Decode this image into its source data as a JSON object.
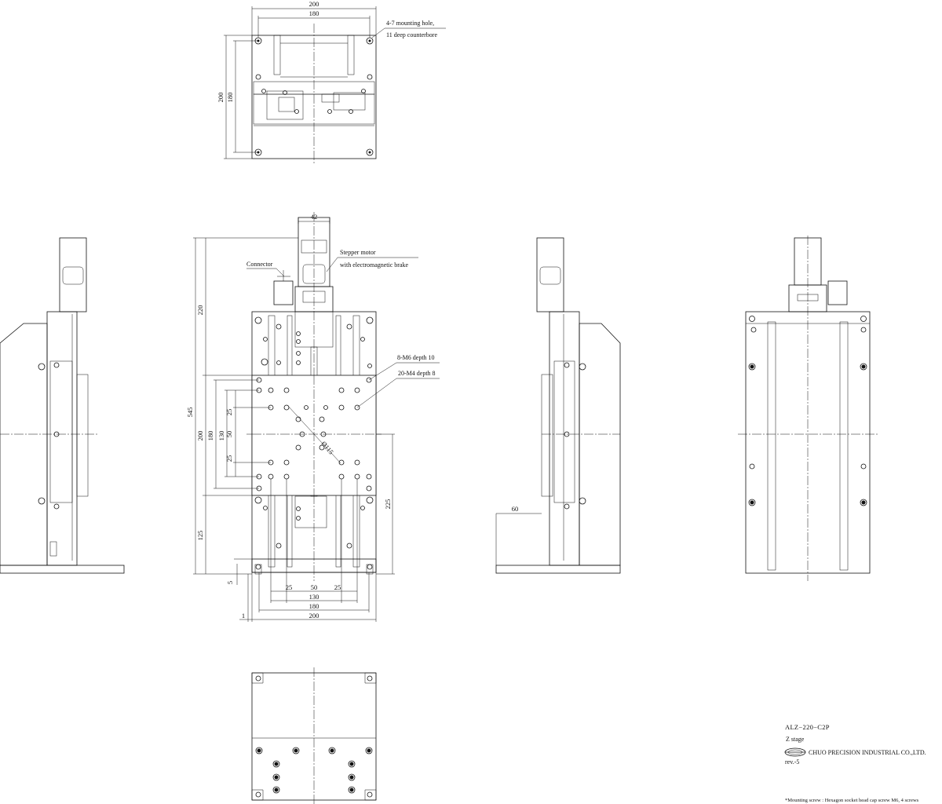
{
  "top_view": {
    "dim_outer_width": "200",
    "dim_inner_width": "180",
    "dim_outer_height": "200",
    "dim_inner_height": "180",
    "mounting_hole_line1": "4-7 mounting hole,",
    "mounting_hole_line2": "11 deep counterbore"
  },
  "front_view": {
    "motor_width": "42",
    "total_height": "545",
    "motor_section_height": "220",
    "table_height": "200",
    "hole_span_180": "180",
    "hole_span_130": "130",
    "hole_25_a": "25",
    "hole_50": "50",
    "hole_25_b": "25",
    "lower_height": "125",
    "base_offset": "5",
    "right_height": "225",
    "connector_label": "Connector",
    "motor_label_line1": "Stepper motor",
    "motor_label_line2": "with electromagnetic brake",
    "m6_label": "8-M6 depth 10",
    "m4_label": "20-M4 depth 8",
    "diagonal_label": "Ø115",
    "bottom_25_a": "25",
    "bottom_50": "50",
    "bottom_25_b": "25",
    "bottom_130": "130",
    "bottom_180": "180",
    "bottom_1": "1",
    "bottom_200": "200"
  },
  "right_side_view": {
    "offset_dim": "60"
  },
  "title_block": {
    "model": "ALZ−220−C2P",
    "type": "Z stage",
    "company": "CHUO PRECISION INDUSTRIAL CO.,LTD.",
    "revision": "rev.-5"
  },
  "footnote": "*Mounting screw : Hexagon socket head cap screw M6, 4 screws"
}
